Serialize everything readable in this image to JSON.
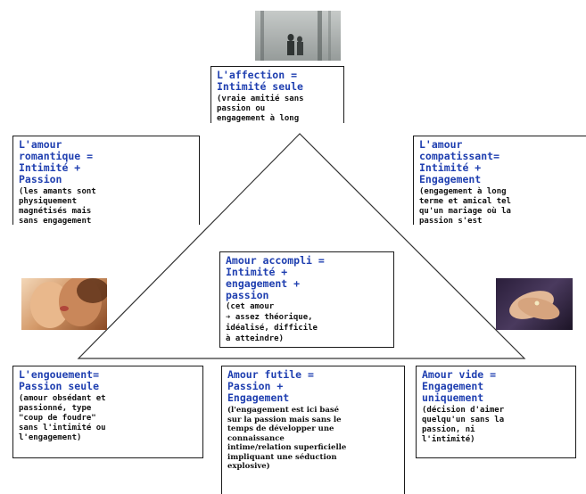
{
  "nodes": {
    "affection": {
      "title": "L'affection =\nIntimité seule",
      "desc": "(vraie amitié sans\npassion ou\nengagement à long\nterme)"
    },
    "romantique": {
      "title": "L'amour\nromantique =\nIntimité +\nPassion",
      "desc": "(les amants sont\nphysiquement\nmagnétisés mais\nsans engagement\ncomme dans une\nromance d'été)"
    },
    "compatissant": {
      "title": "L'amour\ncompatissant=\nIntimité +\nEngagement",
      "desc": "(engagement à long\nterme et amical tel\nqu'un mariage où la\npassion s'est\natténuée)"
    },
    "accompli": {
      "title": "Amour accompli =\nIntimité +\nengagement +\npassion",
      "desc_inline": "(cet amour\n➔ assez théorique,\nidéalisé, difficile\nà atteindre)"
    },
    "engouement": {
      "title": "L'engouement=\nPassion seule",
      "desc": "(amour obsédant et\npassionné, type\n\"coup de foudre\"\nsans l'intimité ou\nl'engagement)"
    },
    "futile": {
      "title": "Amour futile =\nPassion +\nEngagement",
      "desc": "(l'engagement est ici basé\nsur la passion mais sans le\ntemps de développer une\nconnaissance\nintime/relation superficielle\nimpliquant une séduction\nexplosive)"
    },
    "vide": {
      "title": "Amour vide =\nEngagement\nuniquement",
      "desc": "(décision d'aimer\nquelqu'un sans la\npassion, ni\nl'intimité)"
    }
  },
  "colors": {
    "title_text": "#1f3fb0",
    "body_text": "#111111",
    "border": "#1a1a1a",
    "triangle": "#333333"
  },
  "photos": {
    "top": "foggy-walkers-photo",
    "left": "kissing-couple-photo",
    "right": "holding-hands-photo"
  }
}
